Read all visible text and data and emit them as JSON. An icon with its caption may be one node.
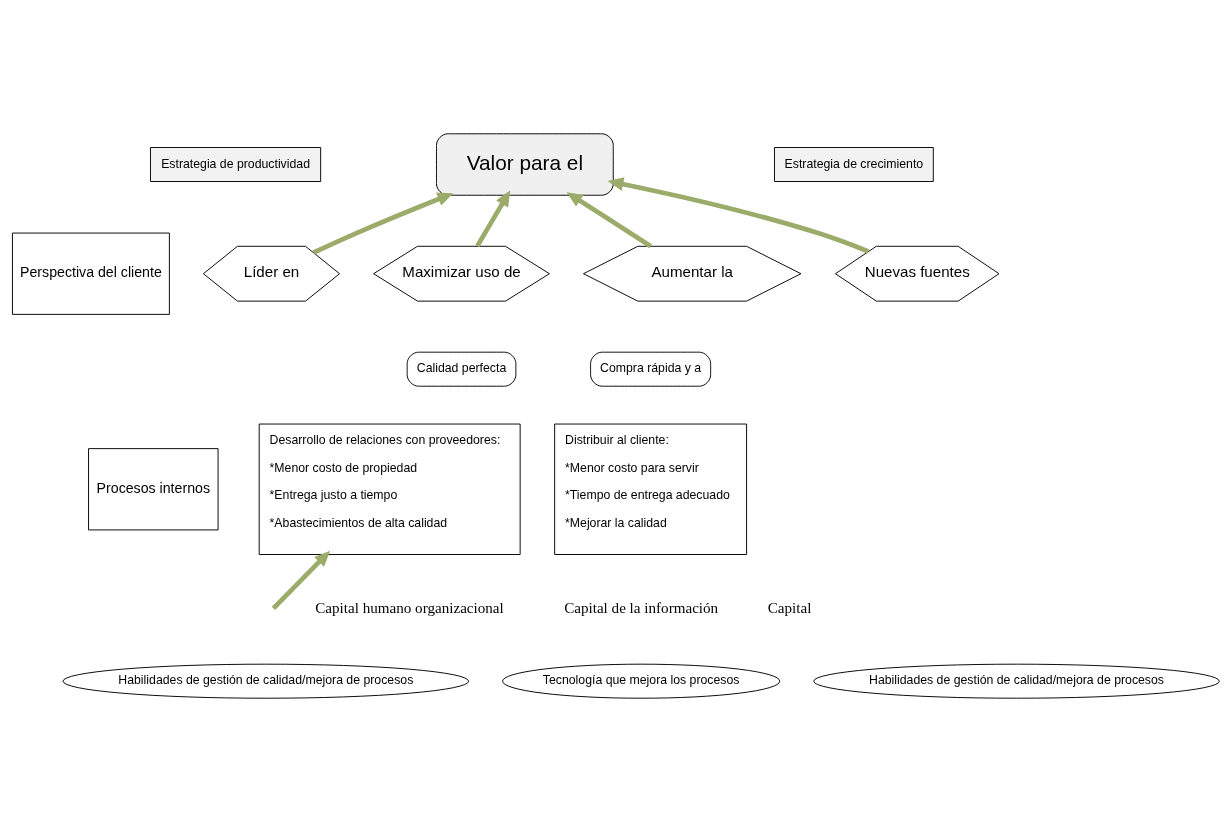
{
  "diagram": {
    "nodes": [
      {
        "text": [
          "Valor para el"
        ]
      },
      {
        "text": [
          "Estrategia de productividad"
        ]
      },
      {
        "text": [
          "Estrategia de crecimiento"
        ]
      },
      {
        "text": [
          "Perspectiva del cliente"
        ]
      },
      {
        "text": [
          "Líder en"
        ]
      },
      {
        "text": [
          "Maximizar uso de"
        ]
      },
      {
        "text": [
          "Aumentar la"
        ]
      },
      {
        "text": [
          "Nuevas fuentes"
        ]
      },
      {
        "text": [
          "Calidad perfecta"
        ]
      },
      {
        "text": [
          "Compra rápida y a"
        ]
      },
      {
        "text": [
          "Procesos internos"
        ]
      },
      {
        "text": [
          "Desarrollo de relaciones con proveedores:",
          "*Menor costo de propiedad",
          "*Entrega justo a tiempo",
          "*Abastecimientos de alta calidad"
        ]
      },
      {
        "text": [
          "Distribuir al cliente:",
          "*Menor costo para servir",
          "*Tiempo de entrega adecuado",
          "*Mejorar la calidad"
        ]
      },
      {
        "text": [
          "Habilidades de gestión de calidad/mejora de procesos"
        ]
      },
      {
        "text": [
          "Tecnología que mejora los procesos"
        ]
      },
      {
        "text": [
          "Habilidades de gestión de calidad/mejora de procesos"
        ]
      }
    ],
    "edges": [
      {
        "from": 4,
        "to": 0,
        "arrow": "to"
      },
      {
        "from": 5,
        "to": 0,
        "arrow": "to"
      },
      {
        "from": 6,
        "to": 0,
        "arrow": "to"
      },
      {
        "from": 7,
        "to": 0,
        "arrow": "to"
      },
      {
        "from": null,
        "to": 11,
        "arrow": "to"
      }
    ],
    "labels": [
      "Capital humano organizacional",
      "Capital de la información",
      "Capital"
    ]
  }
}
